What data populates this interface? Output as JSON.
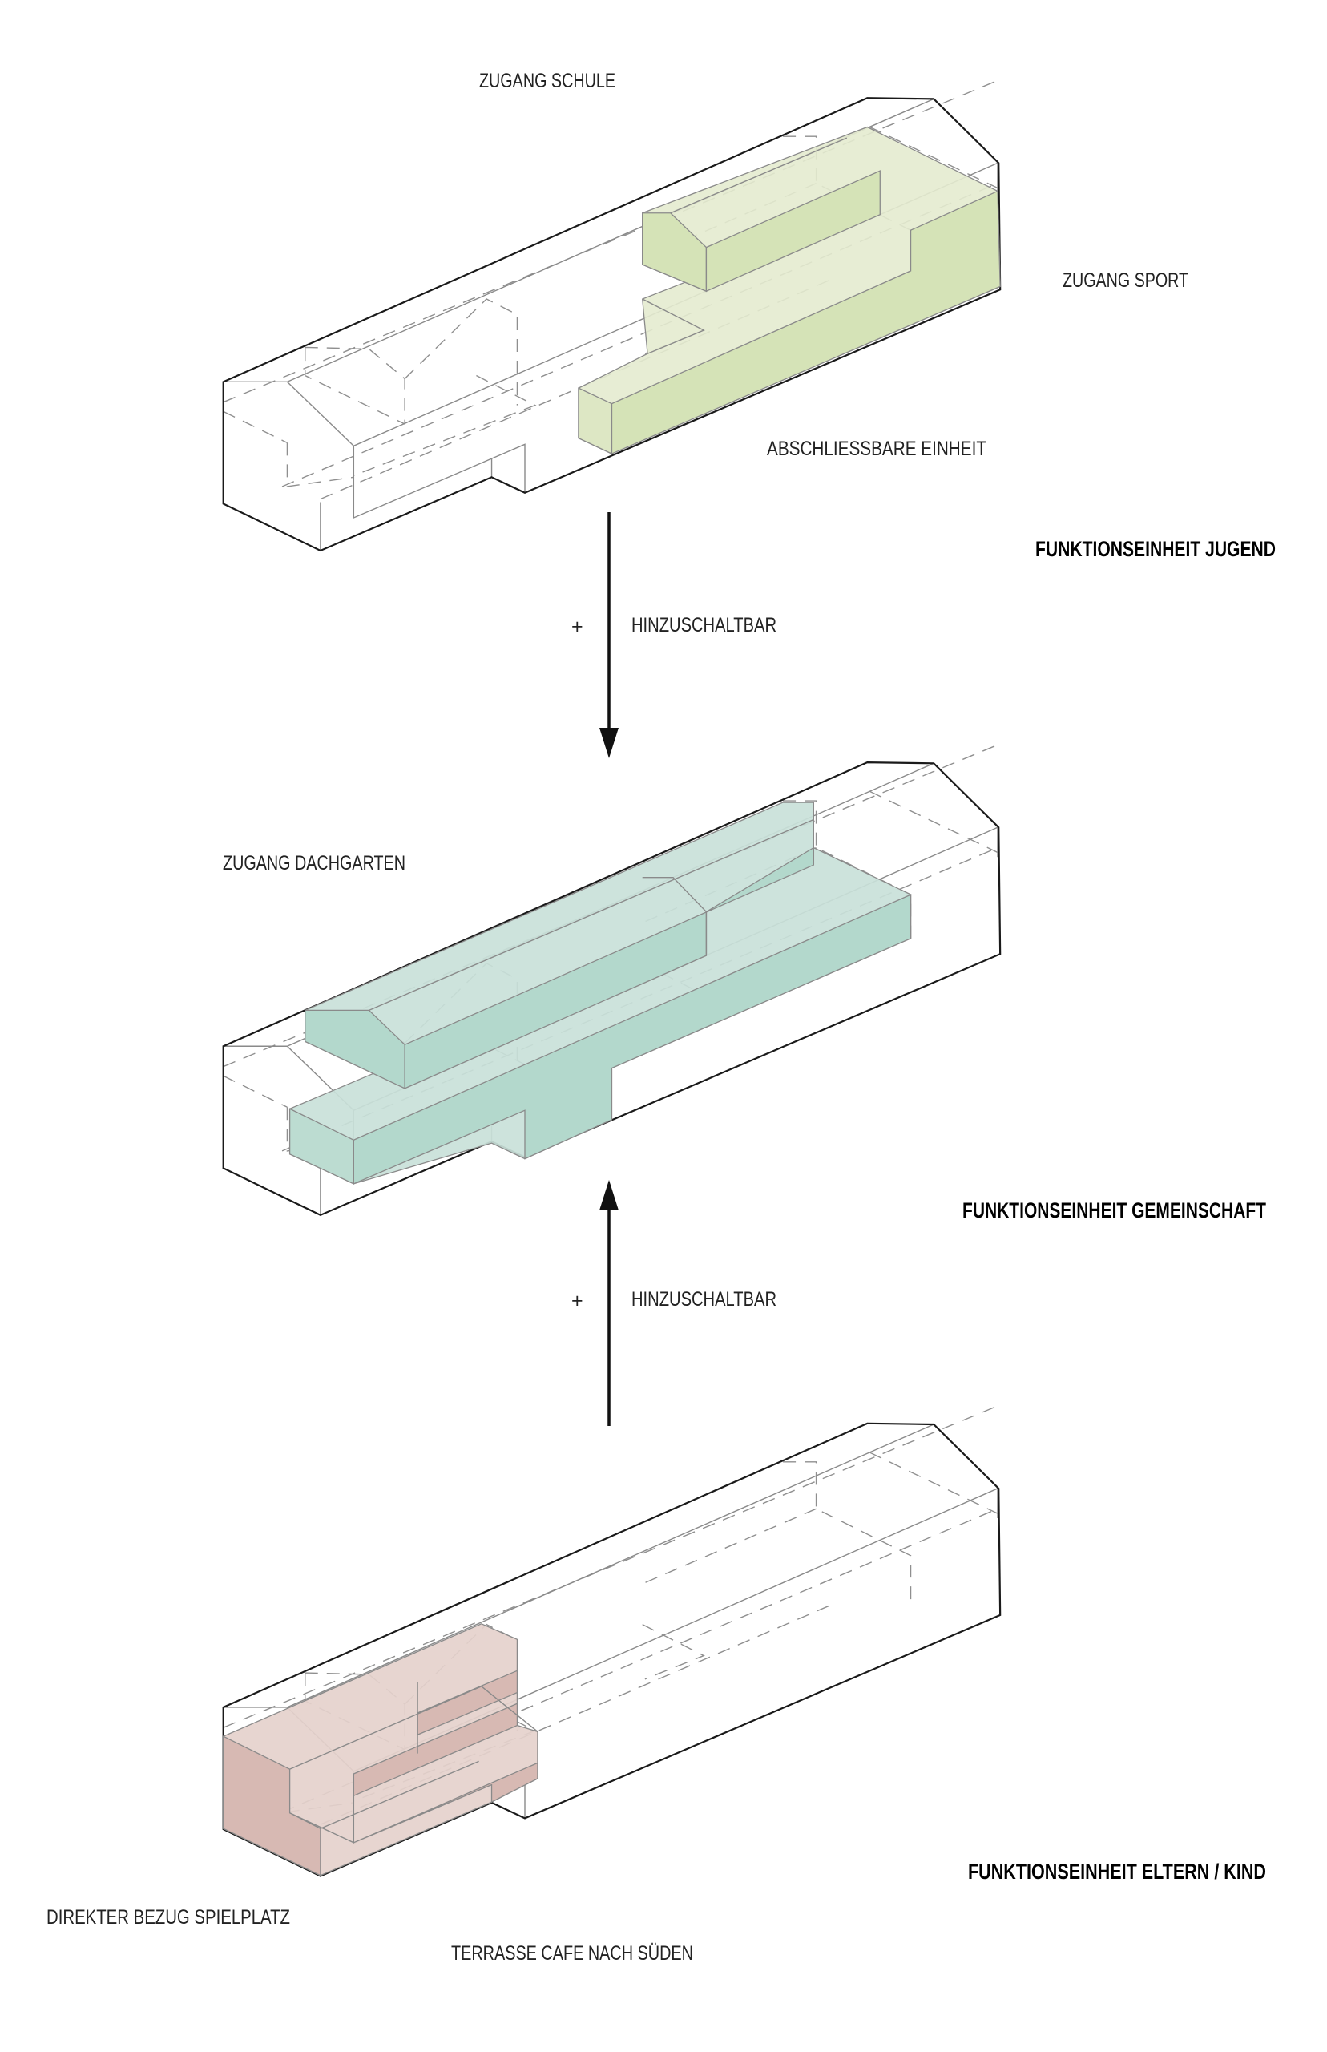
{
  "colors": {
    "jugend_light": "#e4ebcf",
    "jugend_dark": "#d5e3b7",
    "gemeinschaft_light": "#c9e1d9",
    "gemeinschaft_dark": "#b3d8cc",
    "eltern_light": "#e5d1cc",
    "eltern_dark": "#d7b9b3"
  },
  "diagram_top": {
    "label_school_access": "ZUGANG SCHULE",
    "label_sport_access": "ZUGANG SPORT",
    "label_lockable": "ABSCHLIESSBARE EINHEIT",
    "title": "FUNKTIONSEINHEIT JUGEND"
  },
  "connector_1": {
    "plus": "+",
    "label": "HINZUSCHALTBAR",
    "direction": "down"
  },
  "diagram_middle": {
    "label_roofgarden_access": "ZUGANG DACHGARTEN",
    "title": "FUNKTIONSEINHEIT GEMEINSCHAFT"
  },
  "connector_2": {
    "plus": "+",
    "label": "HINZUSCHALTBAR",
    "direction": "up"
  },
  "diagram_bottom": {
    "label_playground": "DIREKTER BEZUG SPIELPLATZ",
    "label_terrace": "TERRASSE CAFE NACH SÜDEN",
    "title": "FUNKTIONSEINHEIT ELTERN / KIND"
  }
}
